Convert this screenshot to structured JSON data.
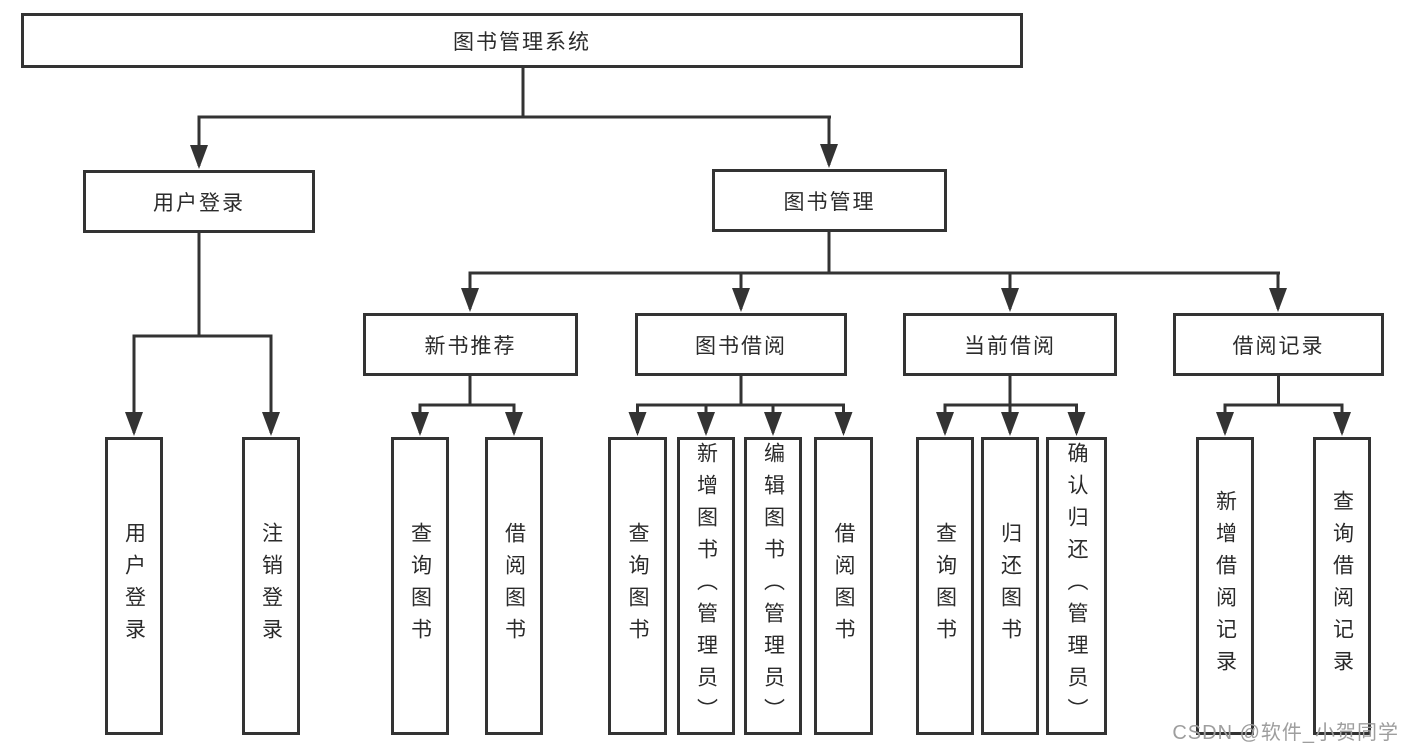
{
  "tree": {
    "root": {
      "label": "图书管理系统"
    },
    "branches": [
      {
        "label": "用户登录",
        "children": [
          {
            "label": "用户登录"
          },
          {
            "label": "注销登录"
          }
        ]
      },
      {
        "label": "图书管理",
        "children": [
          {
            "label": "新书推荐",
            "children": [
              {
                "label": "查询图书"
              },
              {
                "label": "借阅图书"
              }
            ]
          },
          {
            "label": "图书借阅",
            "children": [
              {
                "label": "查询图书"
              },
              {
                "label": "新增图书（管理员）"
              },
              {
                "label": "编辑图书（管理员）"
              },
              {
                "label": "借阅图书"
              }
            ]
          },
          {
            "label": "当前借阅",
            "children": [
              {
                "label": "查询图书"
              },
              {
                "label": "归还图书"
              },
              {
                "label": "确认归还（管理员）"
              }
            ]
          },
          {
            "label": "借阅记录",
            "children": [
              {
                "label": "新增借阅记录"
              },
              {
                "label": "查询借阅记录"
              }
            ]
          }
        ]
      }
    ]
  },
  "watermark": {
    "text": "CSDN @软件_小贺同学"
  },
  "colors": {
    "line": "#333333",
    "box_background": "#ffffff",
    "label_text": "#2b2b2b",
    "watermark_text": "#9e9e9e"
  }
}
